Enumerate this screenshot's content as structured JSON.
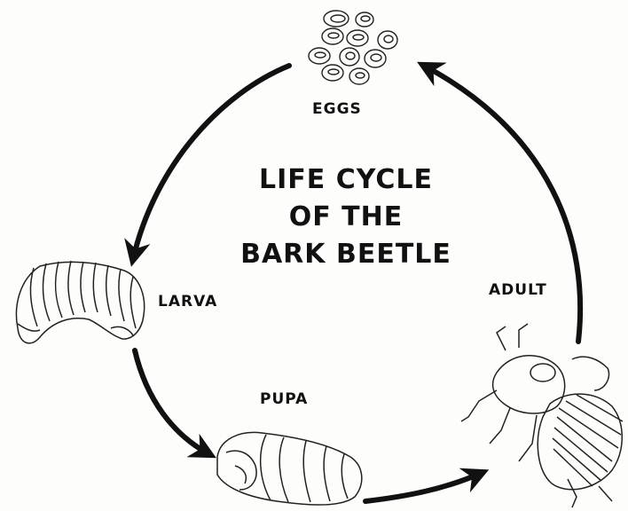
{
  "title": {
    "line1": "LIFE CYCLE",
    "line2": "OF THE",
    "line3": "BARK BEETLE"
  },
  "stages": {
    "eggs": "EGGS",
    "larva": "LARVA",
    "pupa": "PUPA",
    "adult": "ADULT"
  },
  "colors": {
    "ink": "#111111",
    "paper": "#fdfdfb"
  }
}
